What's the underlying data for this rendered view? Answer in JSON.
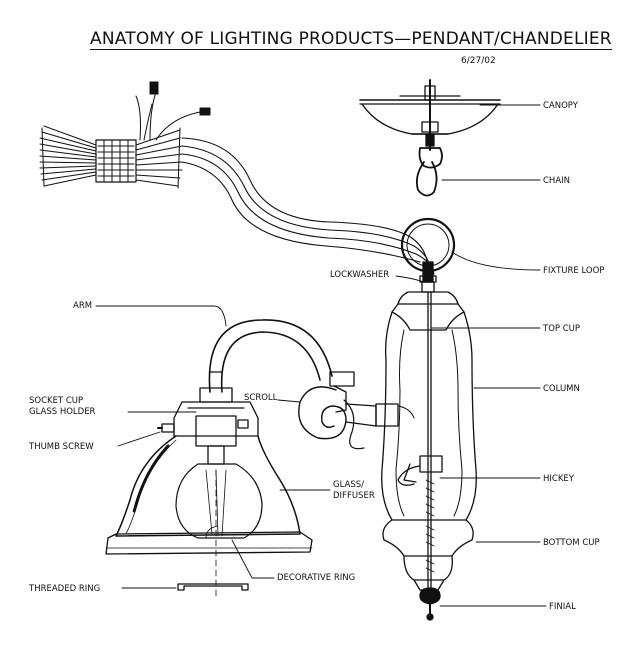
{
  "title": "ANATOMY OF LIGHTING PRODUCTS—PENDANT/CHANDELIER",
  "date": "6/27/02",
  "labels": {
    "canopy": "CANOPY",
    "chain": "CHAIN",
    "fixture_loop": "FIXTURE LOOP",
    "lockwasher": "LOCKWASHER",
    "arm": "ARM",
    "top_cup": "TOP CUP",
    "column": "COLUMN",
    "scroll": "SCROLL",
    "socket_cup_line1": "SOCKET CUP",
    "socket_cup_line2": "GLASS HOLDER",
    "thumb_screw": "THUMB SCREW",
    "glass_line1": "GLASS/",
    "glass_line2": "DIFFUSER",
    "hickey": "HICKEY",
    "bottom_cup": "BOTTOM CUP",
    "decorative_ring": "DECORATIVE RING",
    "threaded_ring": "THREADED RING",
    "finial": "FINIAL"
  }
}
